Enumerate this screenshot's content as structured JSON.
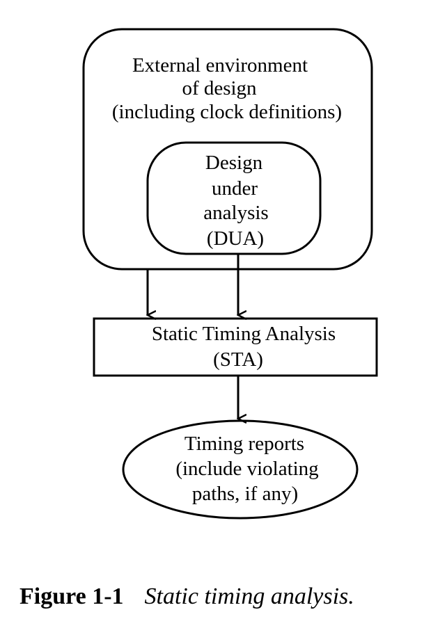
{
  "diagram": {
    "environment": {
      "lines": [
        "External environment",
        "of design",
        "(including clock definitions)"
      ]
    },
    "dua": {
      "lines": [
        "Design",
        "under",
        "analysis",
        "(DUA)"
      ]
    },
    "sta": {
      "lines": [
        "Static Timing Analysis",
        "(STA)"
      ]
    },
    "reports": {
      "lines": [
        "Timing reports",
        "(include violating",
        "paths, if any)"
      ]
    }
  },
  "caption": {
    "number": "Figure 1-1",
    "text": "Static timing analysis."
  }
}
